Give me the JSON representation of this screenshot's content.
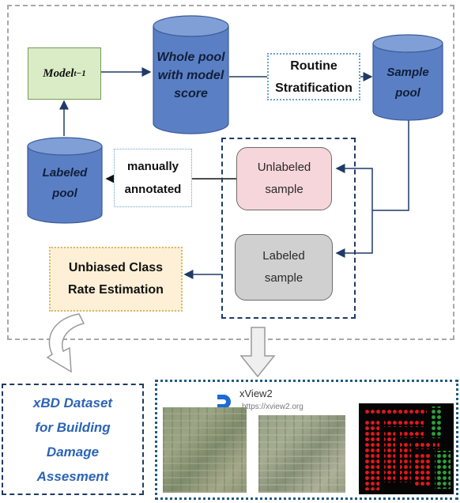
{
  "model_box": {
    "text": "Model",
    "subscript": "t−1"
  },
  "whole_pool": {
    "lines": [
      "Whole pool",
      "with model",
      "score"
    ]
  },
  "routine": {
    "lines": [
      "Routine",
      "Stratification"
    ]
  },
  "sample_pool": {
    "lines": [
      "Sample",
      "pool"
    ]
  },
  "labeled_pool": {
    "lines": [
      "Labeled",
      "pool"
    ]
  },
  "manually": {
    "lines": [
      "manually",
      "annotated"
    ]
  },
  "unlabeled_sample": {
    "lines": [
      "Unlabeled",
      "sample"
    ]
  },
  "labeled_sample": {
    "lines": [
      "Labeled",
      "sample"
    ]
  },
  "estimation": {
    "lines": [
      "Unbiased Class",
      "Rate Estimation"
    ]
  },
  "xbd": {
    "lines": [
      "xBD Dataset",
      "for Building",
      "Damage",
      "Assesment"
    ]
  },
  "xview": {
    "name": "xView2",
    "url": "https://xview2.org"
  },
  "colors": {
    "cylinder_fill": "#5b7fc4",
    "cylinder_top": "#7f9fd6",
    "model_fill": "#d9ecc5",
    "unlabeled_fill": "#f6d6da",
    "labeled_fill": "#d0d0d0",
    "estimation_fill": "#fdf0d6",
    "arrow": "#1f3a66",
    "xbd_text": "#2b64b5"
  }
}
